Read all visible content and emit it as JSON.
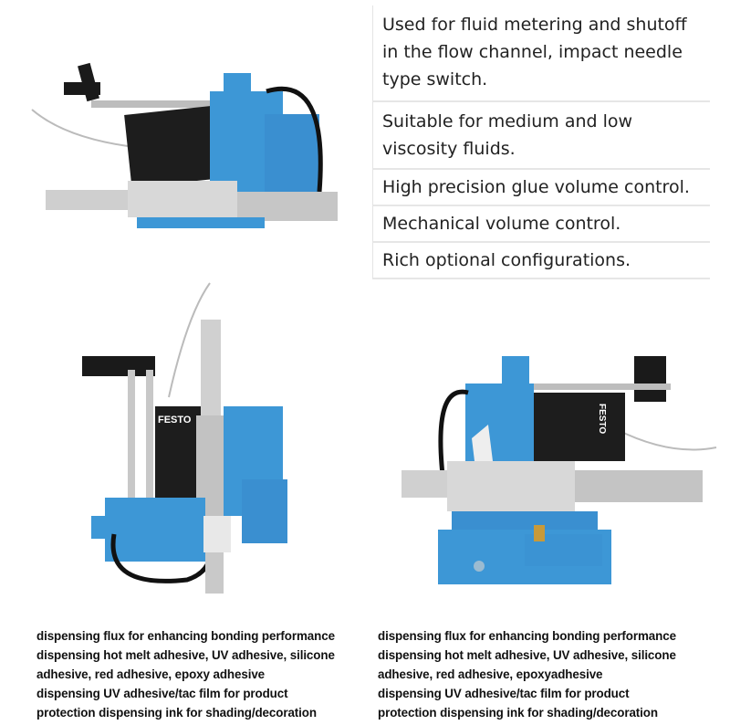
{
  "features": [
    "Used for fluid metering and shutoff in the flow channel, impact needle type switch.",
    "Suitable for medium and low viscosity fluids.",
    "High precision glue volume control.",
    "Mechanical volume control.",
    "Rich optional configurations."
  ],
  "applications_left": [
    "dispensing flux for enhancing bonding performance",
    "dispensing hot melt adhesive, UV adhesive, silicone",
    "adhesive, red adhesive, epoxy adhesive",
    "dispensing UV adhesive/tac film for product",
    "protection dispensing ink for shading/decoration"
  ],
  "applications_right": [
    "dispensing flux for enhancing bonding performance",
    "dispensing hot melt adhesive, UV adhesive, silicone",
    "adhesive, red adhesive, epoxyadhesive",
    "dispensing UV adhesive/tac film for product",
    "protection dispensing ink for shading/decoration"
  ],
  "product_label": "FESTO",
  "colors": {
    "body_blue": "#3d97d6",
    "solenoid": "#1b1b1b",
    "steel": "#c9c9c9"
  }
}
